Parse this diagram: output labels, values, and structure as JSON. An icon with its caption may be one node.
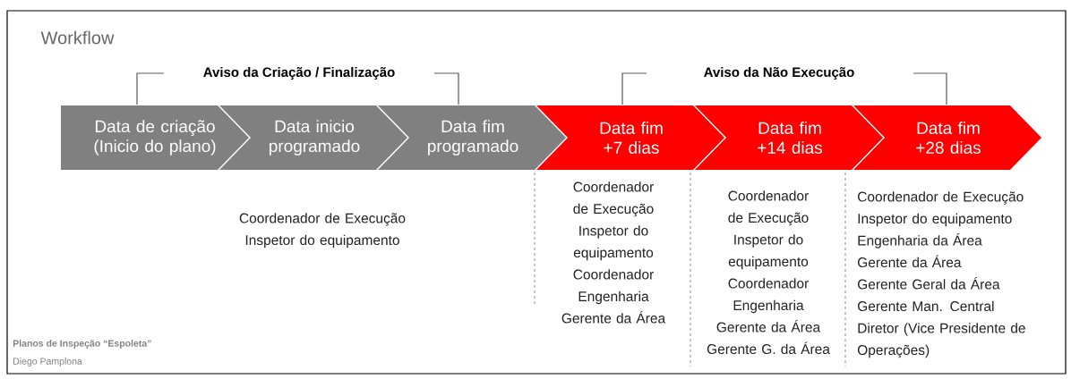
{
  "diagram": {
    "title": "Workflow",
    "nodes": [
      {
        "text": [
          "Data de criação (Inicio do plano)"
        ]
      },
      {
        "text": [
          "Data inicio programado"
        ]
      },
      {
        "text": [
          "Data fim programado"
        ]
      },
      {
        "text": [
          "Data fim +7 dias"
        ]
      },
      {
        "text": [
          "Data fim +14 dias"
        ]
      },
      {
        "text": [
          "Data fim +28 dias"
        ]
      }
    ],
    "labels": [
      "Aviso da Criação / Finalização",
      "Aviso da Não Execução",
      "Coordenador de Execução",
      "Inspetor do equipamento",
      "Coordenador de Execução",
      "Inspetor do equipamento",
      "Coordenador Engenharia",
      "Gerente da Área",
      "Coordenador de Execução",
      "Inspetor do equipamento",
      "Coordenador Engenharia",
      "Gerente da Área",
      "Gerente G. da Área",
      "Coordenador de Execução",
      "Inspetor do equipamento",
      "Engenharia da Área",
      "Gerente da Área",
      "Gerente Geral da Área",
      "Gerente Man. Central",
      "Diretor (Vice Presidente de Operações)",
      "Planos de Inspeção “Espoleta”",
      "Diego Pamplona"
    ]
  }
}
